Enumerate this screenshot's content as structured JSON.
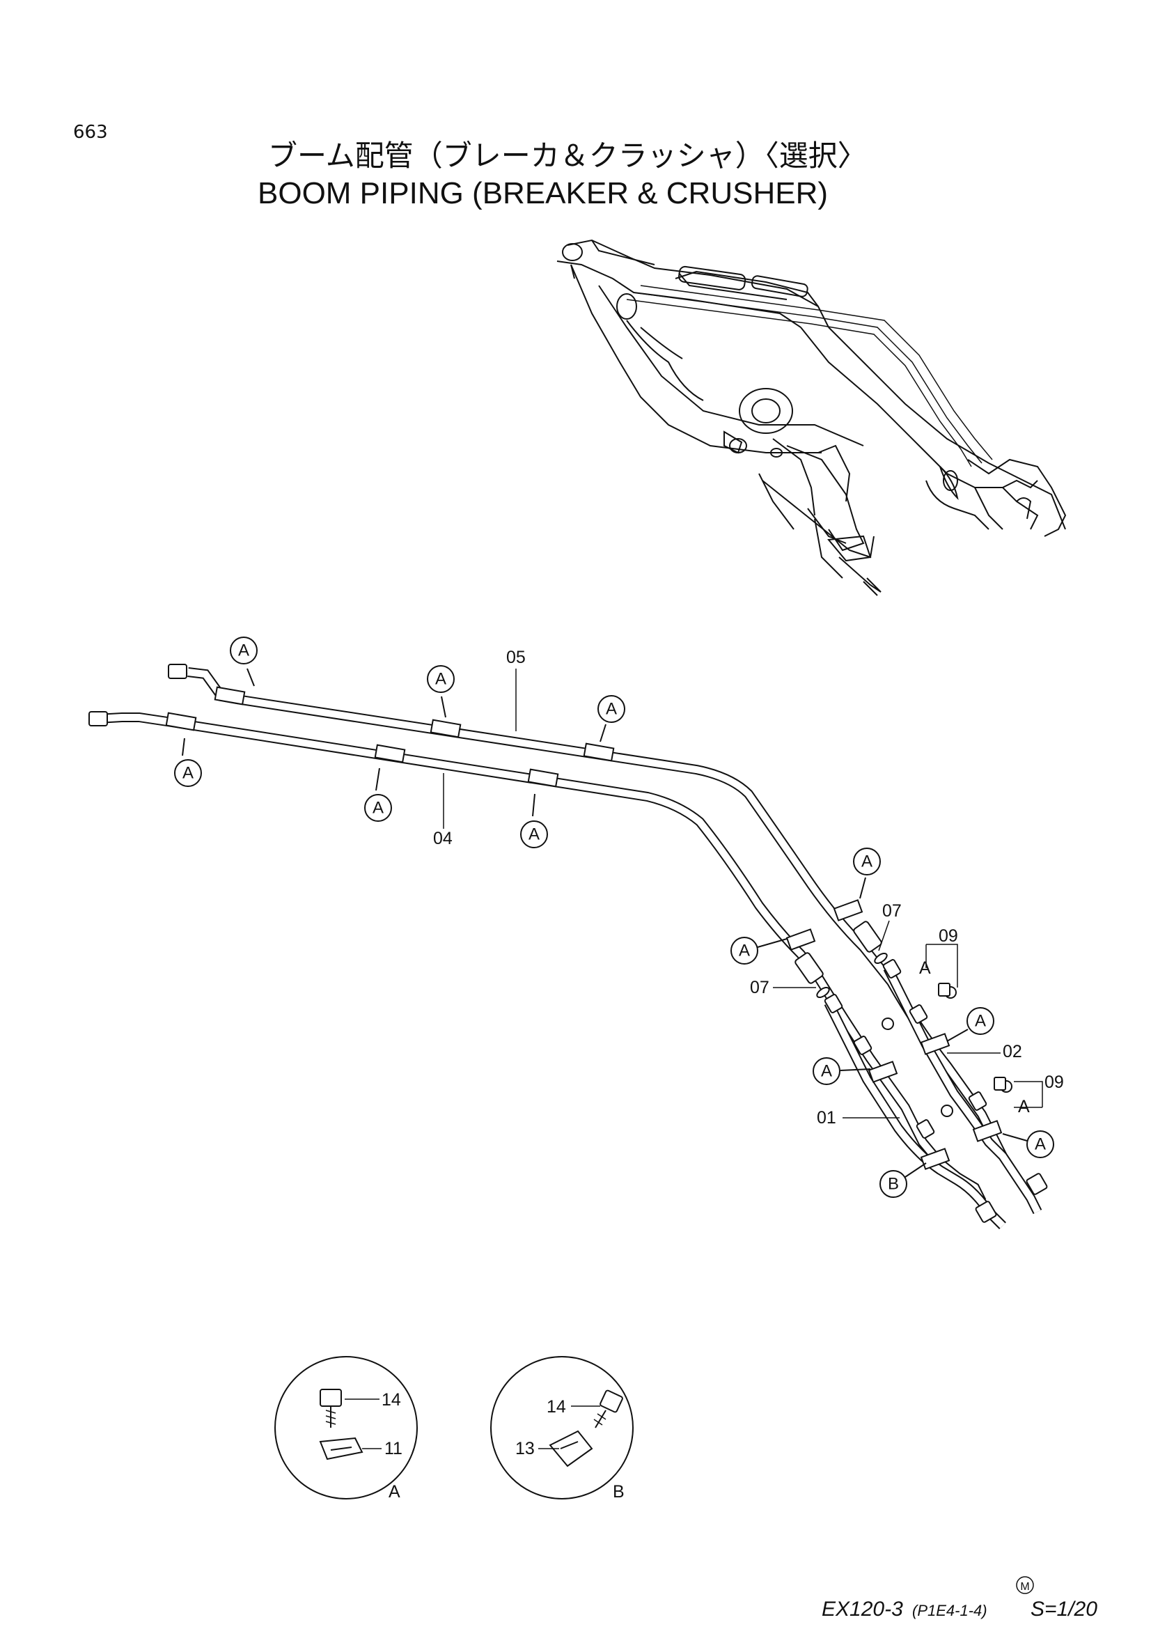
{
  "page_number": "663",
  "title_jp": "ブーム配管（ブレーカ＆クラッシャ）〈選択〉",
  "title_en": "BOOM  PIPING  (BREAKER & CRUSHER)",
  "part_labels": {
    "p01": "01",
    "p02": "02",
    "p04": "04",
    "p05": "05",
    "p07a": "07",
    "p07b": "07",
    "p09a": "09",
    "p09b": "09",
    "p11": "11",
    "p13": "13",
    "p14a": "14",
    "p14b": "14"
  },
  "callout_letters": {
    "a": "A",
    "b": "B"
  },
  "detail_labels": {
    "detail_a": "A",
    "detail_b": "B"
  },
  "footer": {
    "mark": "M",
    "model": "EX120-3",
    "code": "(P1E4-1-4)",
    "scale": "S=1/20"
  }
}
